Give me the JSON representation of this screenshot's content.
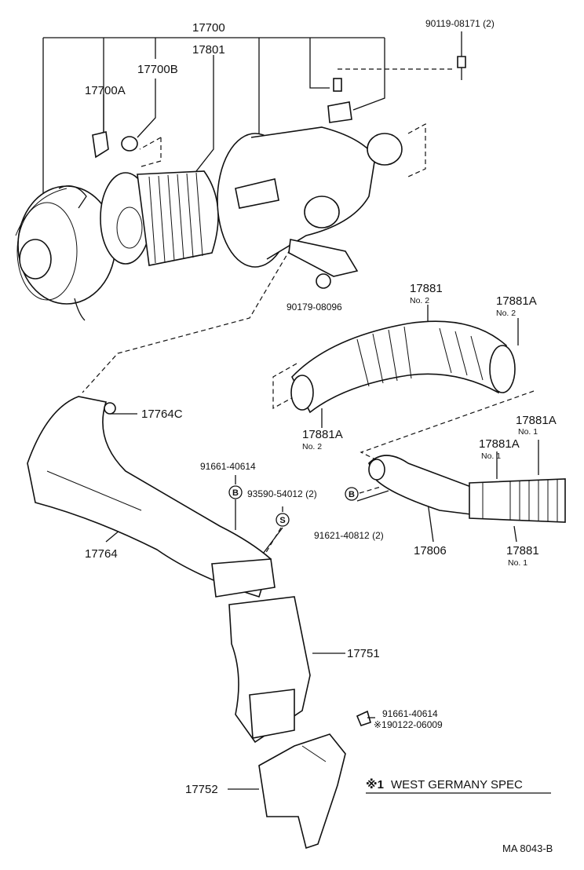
{
  "labels": {
    "p17700": "17700",
    "p17801": "17801",
    "p17700B": "17700B",
    "p17700A": "17700A",
    "p90119": "90119-08171 (2)",
    "p90179": "90179-08096",
    "p17881_top": "17881",
    "p17881_top_no": "No. 2",
    "p17881A_tr": "17881A",
    "p17881A_tr_no": "No. 2",
    "p17881A_ml": "17881A",
    "p17881A_ml_no": "No. 2",
    "p17764C": "17764C",
    "p91661_a": "91661-40614",
    "p93590": "93590-54012 (2)",
    "p91621": "91621-40812 (2)",
    "p17764": "17764",
    "p17806": "17806",
    "p17881A_r1": "17881A",
    "p17881A_r1_no": "No. 1",
    "p17881A_r2": "17881A",
    "p17881A_r2_no": "No. 1",
    "p17881_r": "17881",
    "p17881_r_no": "No. 1",
    "p17751": "17751",
    "p91661_b": "91661-40614",
    "p90122": "90122-06009",
    "p17752": "17752"
  },
  "symbols": {
    "b1": "B",
    "b2": "B",
    "s1": "S",
    "asterisk": "※1"
  },
  "legend": {
    "text": "WEST  GERMANY  SPEC"
  },
  "footer": {
    "code": "MA  8043-B"
  }
}
